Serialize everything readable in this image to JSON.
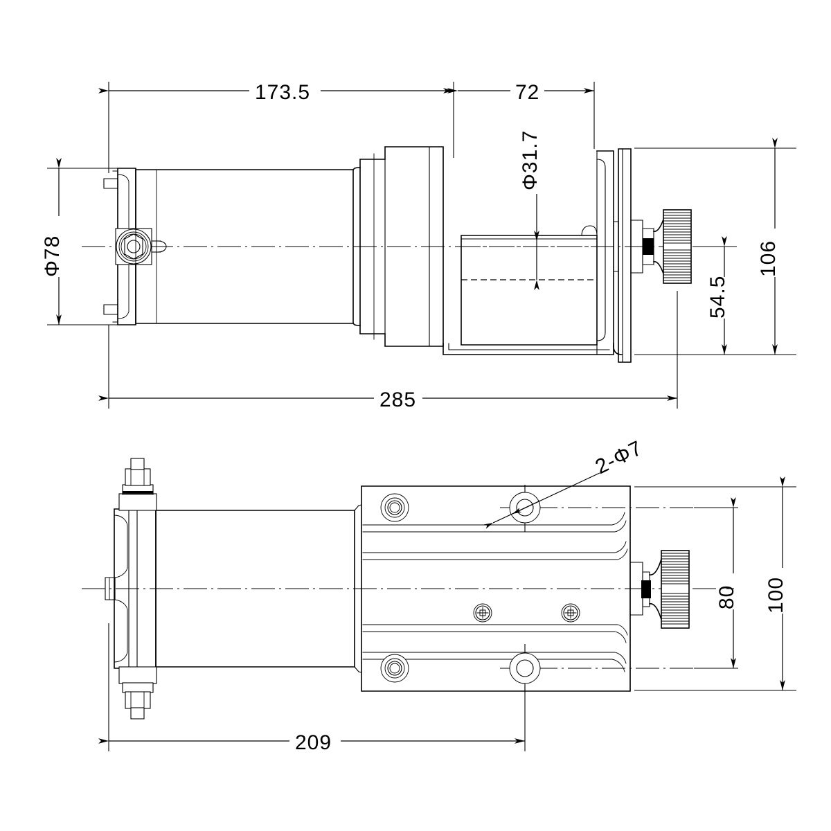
{
  "drawing": {
    "type": "engineering-dimensioned-drawing",
    "subject": "electric winch",
    "views": [
      {
        "name": "side-elevation-view",
        "position": "top"
      },
      {
        "name": "plan-view",
        "position": "bottom"
      }
    ],
    "units": "mm",
    "line_color": "#000000",
    "background_color": "#ffffff"
  },
  "dimensions": {
    "top_view": {
      "overall_length": {
        "label": "285",
        "name": "overall-length-dimension"
      },
      "motor_to_drum": {
        "label": "173.5",
        "name": "motor-length-dimension"
      },
      "drum_width": {
        "label": "72",
        "name": "drum-width-dimension"
      },
      "motor_diameter": {
        "label": "Φ78",
        "name": "motor-diameter-dimension"
      },
      "drum_diameter": {
        "label": "Φ31.7",
        "name": "drum-diameter-dimension"
      },
      "overall_height": {
        "label": "106",
        "name": "overall-height-dimension"
      },
      "center_height": {
        "label": "54.5",
        "name": "center-height-dimension"
      }
    },
    "bottom_view": {
      "mounting_length": {
        "label": "209",
        "name": "mounting-length-dimension"
      },
      "mounting_width": {
        "label": "80",
        "name": "mounting-hole-spacing-dimension"
      },
      "overall_width": {
        "label": "100",
        "name": "overall-width-dimension"
      },
      "hole_callout": {
        "label": "2-Φ7",
        "name": "mounting-hole-callout"
      }
    }
  }
}
